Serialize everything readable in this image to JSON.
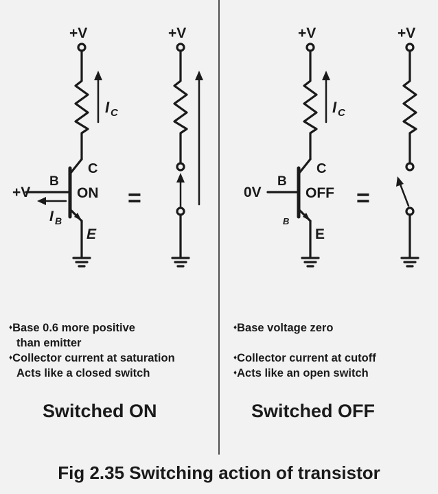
{
  "supply_label": "+V",
  "on_side": {
    "base_input": "+V",
    "base": "B",
    "collector": "C",
    "state": "ON",
    "emitter": "E",
    "collector_current": "I",
    "collector_current_sub": "C",
    "base_current": "I",
    "base_current_sub": "B",
    "equals": "=",
    "notes": [
      "Base 0.6 more positive",
      "than emitter",
      "Collector current at saturation",
      "Acts like a closed switch"
    ],
    "heading": "Switched ON"
  },
  "off_side": {
    "base_input": "0V",
    "base": "B",
    "collector": "C",
    "state": "OFF",
    "emitter": "E",
    "emitter_small": "B",
    "collector_current": "I",
    "collector_current_sub": "C",
    "equals": "=",
    "notes": [
      "Base voltage zero",
      "Collector current at cutoff",
      "Acts like an open switch"
    ],
    "heading": "Switched OFF"
  },
  "caption": "Fig 2.35 Switching action of transistor",
  "bullet_glyph": "♦"
}
